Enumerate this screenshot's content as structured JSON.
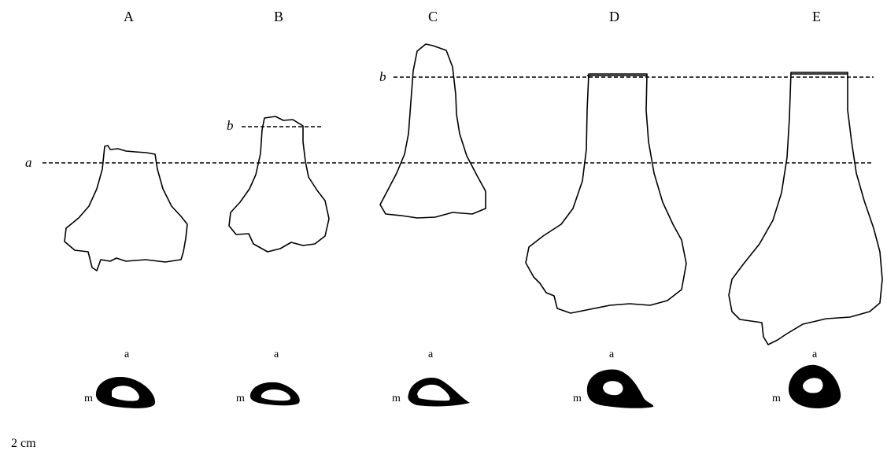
{
  "specimens": [
    {
      "id": "A",
      "label": "A",
      "section_top": "a",
      "section_side": "m"
    },
    {
      "id": "B",
      "label": "B",
      "section_top": "a",
      "section_side": "m"
    },
    {
      "id": "C",
      "label": "C",
      "section_top": "a",
      "section_side": "m"
    },
    {
      "id": "D",
      "label": "D",
      "section_top": "a",
      "section_side": "m"
    },
    {
      "id": "E",
      "label": "E",
      "section_top": "a",
      "section_side": "m"
    }
  ],
  "reference_lines": {
    "a": "a",
    "b": "b"
  },
  "scale_bar": {
    "label": "2 cm"
  }
}
